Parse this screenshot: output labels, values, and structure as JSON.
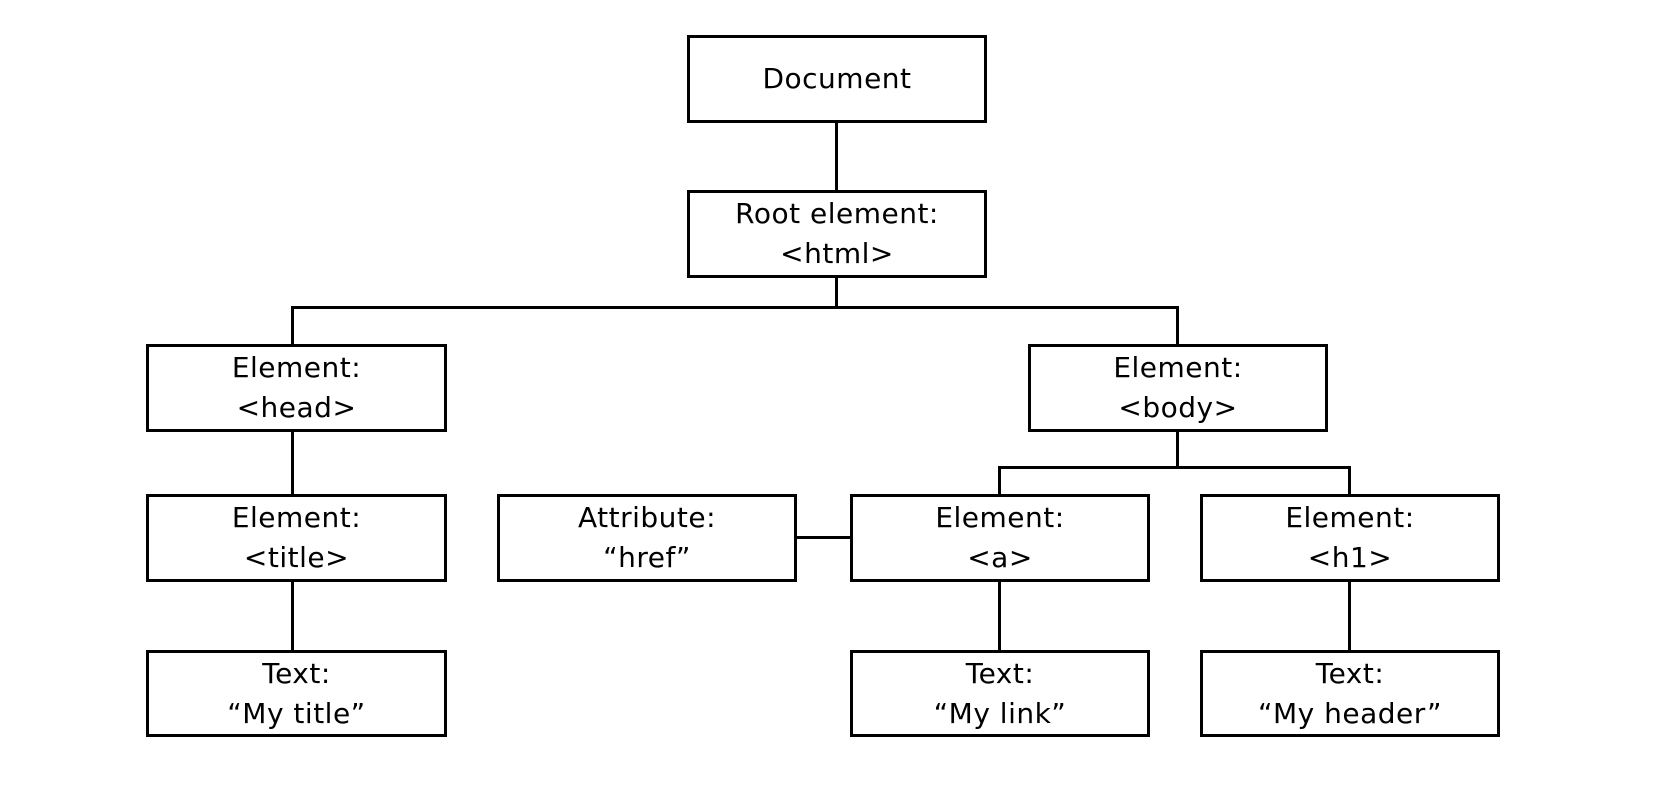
{
  "diagram": {
    "colors": {
      "background": "#ffffff",
      "line": "#000000",
      "text": "#000000"
    },
    "nodes": {
      "document": {
        "line1": "Document",
        "line2": ""
      },
      "root_html": {
        "line1": "Root element:",
        "line2": "<html>"
      },
      "head": {
        "line1": "Element:",
        "line2": "<head>"
      },
      "body": {
        "line1": "Element:",
        "line2": "<body>"
      },
      "title": {
        "line1": "Element:",
        "line2": "<title>"
      },
      "attr_href": {
        "line1": "Attribute:",
        "line2": "“href”"
      },
      "a": {
        "line1": "Element:",
        "line2": "<a>"
      },
      "h1": {
        "line1": "Element:",
        "line2": "<h1>"
      },
      "text_title": {
        "line1": "Text:",
        "line2": "“My title”"
      },
      "text_link": {
        "line1": "Text:",
        "line2": "“My link”"
      },
      "text_header": {
        "line1": "Text:",
        "line2": "“My header”"
      }
    }
  }
}
